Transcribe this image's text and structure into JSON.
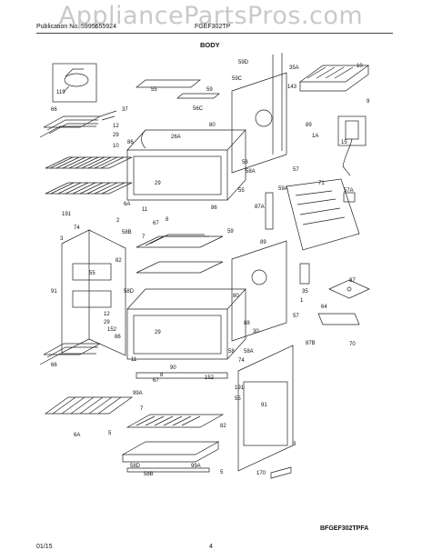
{
  "watermark": "AppliancePartsPros.com",
  "header": {
    "publication": "Publication No. 5995655924",
    "model": "FGEF302TP",
    "section": "BODY"
  },
  "footer": {
    "diagram_code": "BFGEF302TPFA",
    "date": "01/15",
    "page": "4"
  },
  "callouts": {
    "c119": "119",
    "c66a": "66",
    "c37": "37",
    "c12": "12",
    "c29a": "29",
    "c10a": "10",
    "c86a": "86",
    "c55a": "55",
    "c59a": "59",
    "c56c": "56C",
    "c80a": "80",
    "c26a": "26A",
    "c59d": "59D",
    "c35a": "35A",
    "c10": "10",
    "c59c": "59C",
    "c143": "143",
    "c9": "9",
    "c89a": "89",
    "c1a": "1A",
    "c15": "15",
    "c58a": "58",
    "c58aa": "58A",
    "c57a": "57",
    "c6aa": "6A",
    "c11a": "11",
    "c29b": "29",
    "c55b": "55",
    "c86b": "86",
    "c8a": "8",
    "c71": "71",
    "c57aa": "57A",
    "c59aa": "59A",
    "c87a": "87A",
    "c191a": "191",
    "c74a": "74",
    "c3a": "3",
    "c2": "2",
    "c58b": "58B",
    "c67a": "67",
    "c7a": "7",
    "c59b": "59",
    "c89b": "89",
    "c82a": "82",
    "c55c": "55",
    "c58d": "58D",
    "c91a": "91",
    "c80b": "80",
    "c87": "87",
    "c35": "35",
    "c1": "1",
    "c64": "64",
    "c12b": "12",
    "c29c": "29",
    "c152a": "152",
    "c86c": "86",
    "c29d": "29",
    "c88": "88",
    "c30": "30",
    "c57b": "57",
    "c58c": "58",
    "c58ab": "58A",
    "c87b": "87B",
    "c70": "70",
    "c66b": "66",
    "c11b": "11",
    "c90": "90",
    "c8b": "8",
    "c152b": "152",
    "c74b": "74",
    "c191b": "191",
    "c55d": "55",
    "c91b": "91",
    "c6ab": "6A",
    "c99a": "99A",
    "c67b": "67",
    "c7b": "7",
    "c82b": "82",
    "c5a": "5",
    "c58db": "58D",
    "c58bb": "58B",
    "c99ab": "99A",
    "c5b": "5",
    "c170": "170",
    "c3b": "3"
  }
}
